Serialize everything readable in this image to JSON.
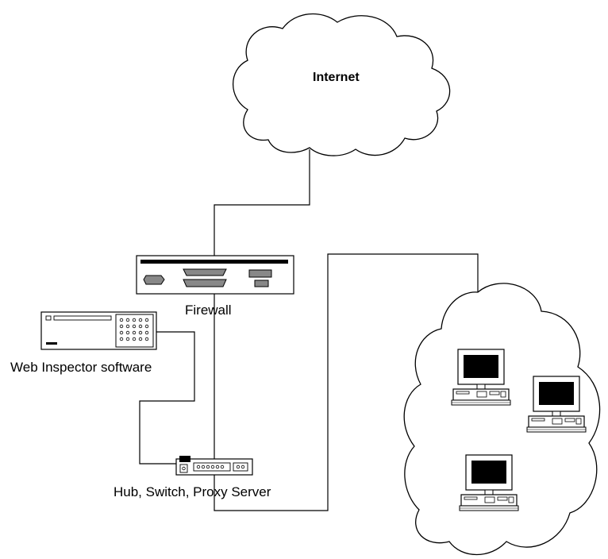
{
  "labels": {
    "internet": "Internet",
    "firewall": "Firewall",
    "web_inspector": "Web Inspector software",
    "hub": "Hub, Switch, Proxy Server"
  },
  "colors": {
    "line": "#000000",
    "fill": "#ffffff"
  },
  "icons": {
    "internet": "cloud-icon",
    "firewall": "firewall-device-icon",
    "web_inspector": "server-device-icon",
    "hub": "hub-device-icon",
    "network": "cloud-icon",
    "workstation": "desktop-computer-icon"
  }
}
